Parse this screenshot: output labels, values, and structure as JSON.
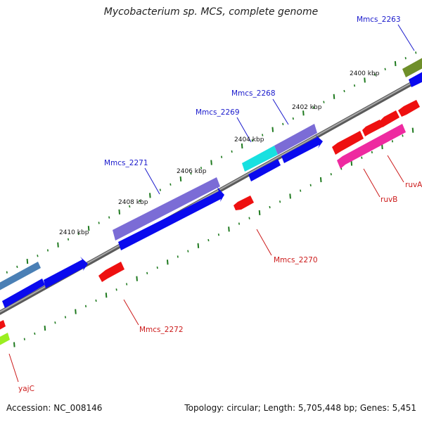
{
  "title": "Mycobacterium sp. MCS, complete genome",
  "footer": {
    "accession": "Accession: NC_008146",
    "summary": "Topology: circular; Length: 5,705,448 bp; Genes: 5,451"
  },
  "ticks": [
    "2400 kbp",
    "2402 kbp",
    "2404 kbp",
    "2406 kbp",
    "2408 kbp",
    "2410 kbp"
  ],
  "labels": {
    "mmcs_2263": "Mmcs_2263",
    "mmcs_2268": "Mmcs_2268",
    "mmcs_2269": "Mmcs_2269",
    "mmcs_2271": "Mmcs_2271",
    "mmcs_2270": "Mmcs_2270",
    "mmcs_2272": "Mmcs_2272",
    "ruva": "ruvA",
    "ruvb": "ruvB",
    "yajc": "yajC"
  },
  "colors": {
    "backbone": "#8a8a8a",
    "tick": "#1f7a1f",
    "forward_label": "#1a1acc",
    "reverse_label": "#cc1a1a",
    "cds_blue": "#0a0aee",
    "cds_red": "#ee1010",
    "purple": "#7b6cd6",
    "cyan": "#18e0e0",
    "pink": "#ee2aa0",
    "olive": "#6f8f2a",
    "steel": "#4a7fb5",
    "lime": "#9aee20"
  }
}
